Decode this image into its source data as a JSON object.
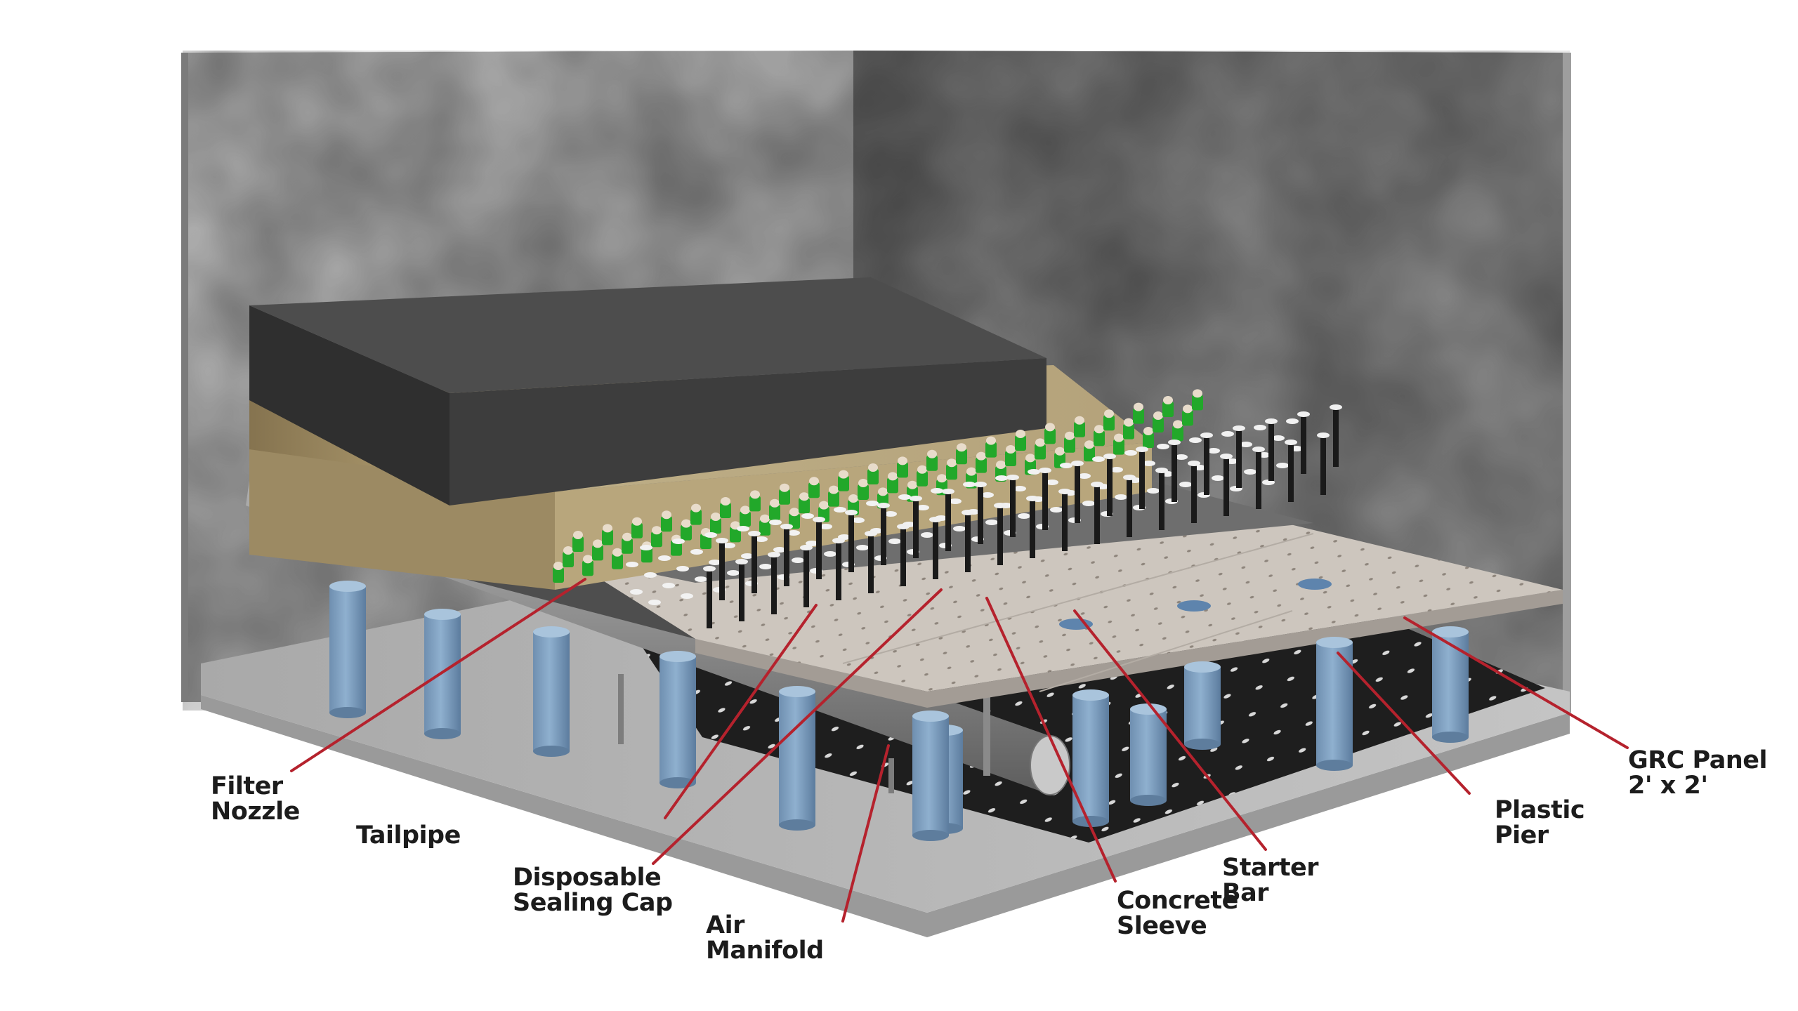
{
  "diagram": {
    "subject": "Filter underdrain system with GRC panels on plastic piers",
    "colors": {
      "wall_light": "#a6a6a6",
      "wall_dark": "#7a7a7a",
      "anthracite_media": "#3c3c3c",
      "sand_media": "#b9a47a",
      "gravel_base": "#5a5a5a",
      "grc_panel": "#cfc8c0",
      "plastic_pier": "#7d9fbf",
      "filter_nozzle": "#22a82a",
      "nozzle_cap": "#e8dccb",
      "starter_bar": "#1a1a1a",
      "floor_slab": "#bdbdbd",
      "leader_line": "#b5222d",
      "label_text": "#1c1c1c"
    },
    "labels": [
      {
        "id": "filter-nozzle",
        "lines": [
          "Filter",
          "Nozzle"
        ]
      },
      {
        "id": "tailpipe",
        "lines": [
          "Tailpipe"
        ]
      },
      {
        "id": "disposable-sealing-cap",
        "lines": [
          "Disposable",
          "Sealing Cap"
        ]
      },
      {
        "id": "air-manifold",
        "lines": [
          "Air",
          "Manifold"
        ]
      },
      {
        "id": "concrete-sleeve",
        "lines": [
          "Concrete",
          "Sleeve"
        ]
      },
      {
        "id": "starter-bar",
        "lines": [
          "Starter",
          "Bar"
        ]
      },
      {
        "id": "plastic-pier",
        "lines": [
          "Plastic",
          "Pier"
        ]
      },
      {
        "id": "grc-panel",
        "lines": [
          "GRC Panel",
          "2' x 2'"
        ]
      }
    ]
  }
}
